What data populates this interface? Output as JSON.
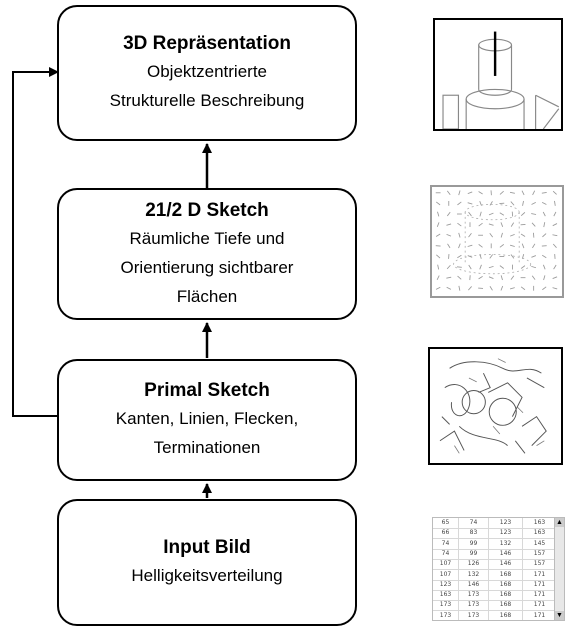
{
  "boxes": {
    "rep3d": {
      "title": "3D Repräsentation",
      "lines": [
        "Objektzentrierte",
        "Strukturelle Beschreibung"
      ]
    },
    "sketch25": {
      "title": "21/2 D Sketch",
      "lines": [
        "Räumliche Tiefe und",
        "Orientierung sichtbarer",
        "Flächen"
      ]
    },
    "primal": {
      "title": "Primal Sketch",
      "lines": [
        "Kanten, Linien, Flecken,",
        "Terminationen"
      ]
    },
    "input": {
      "title": "Input Bild",
      "lines": [
        "Helligkeitsverteilung"
      ]
    }
  },
  "input_table": {
    "rows": [
      [
        "65",
        "74",
        "123",
        "163"
      ],
      [
        "66",
        "83",
        "123",
        "163"
      ],
      [
        "74",
        "99",
        "132",
        "145"
      ],
      [
        "74",
        "99",
        "146",
        "157"
      ],
      [
        "107",
        "126",
        "146",
        "157"
      ],
      [
        "107",
        "132",
        "168",
        "171"
      ],
      [
        "123",
        "146",
        "168",
        "171"
      ],
      [
        "163",
        "173",
        "168",
        "171"
      ],
      [
        "173",
        "173",
        "168",
        "171"
      ],
      [
        "173",
        "173",
        "168",
        "171"
      ]
    ]
  }
}
